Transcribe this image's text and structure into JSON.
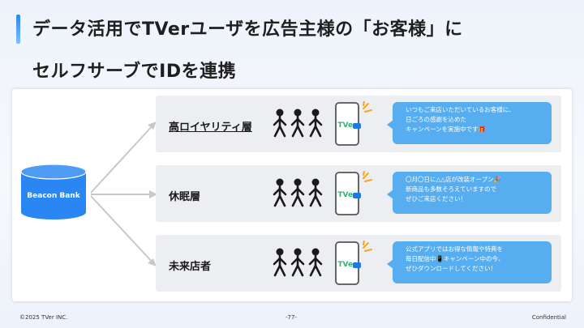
{
  "slide": {
    "title_line1": "データ活用でTVerユーザを広告主様の「お客様」に",
    "title_line2": "セルフサーブでIDを連携"
  },
  "database": {
    "label": "Beacon Bank"
  },
  "segments": [
    {
      "label": "高ロイヤリティ層",
      "message_lines": [
        "いつもご来店いただいているお客様に、",
        "日ごろの感謝を込めた",
        "キャンペーンを実施中です🎁"
      ]
    },
    {
      "label": "休眠層",
      "message_lines": [
        "〇月〇日に△△店が改装オープン🎉",
        "新商品も多数そろえていますので",
        "ぜひご来店ください！"
      ]
    },
    {
      "label": "未来店者",
      "message_lines": [
        "公式アプリではお得な情報や特典を",
        "毎日配信中📱キャンペーン中の今、",
        "ぜひダウンロードしてください！"
      ]
    }
  ],
  "phone_logo": "TVer",
  "footer": {
    "copyright": "©2025 TVer INC.",
    "page": "-77-",
    "confidential": "Confidential"
  },
  "colors": {
    "accent": "#2a86f2",
    "bubble": "#56aef0",
    "database": "#2a86f2",
    "row_bg": "#eceef2",
    "logo_green": "#2bb673",
    "logo_blue": "#1e78e6",
    "spark": "#f5a623"
  },
  "icons": [
    "people-icon",
    "phone-icon",
    "database-icon",
    "arrow-icon",
    "sparkle-icon"
  ]
}
